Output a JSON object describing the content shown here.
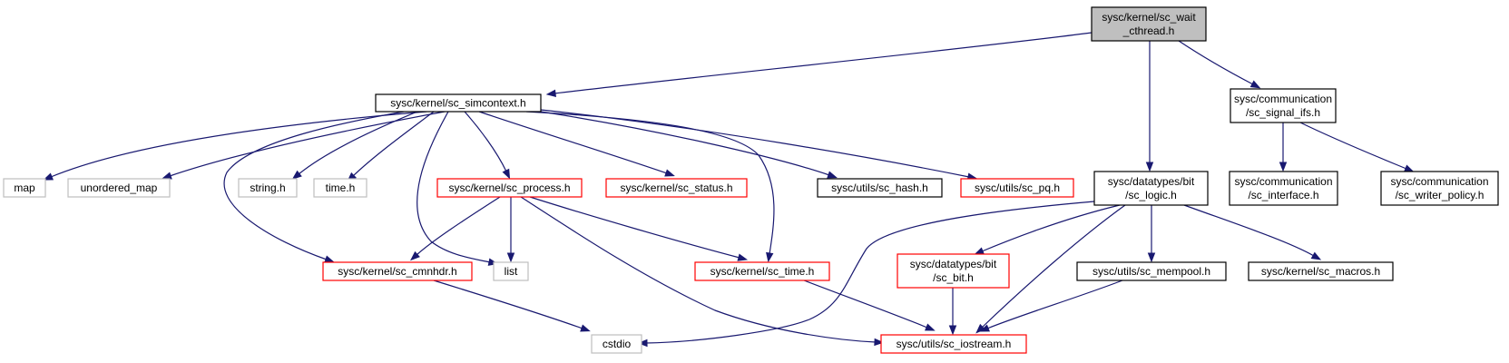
{
  "nodes": [
    {
      "id": "root",
      "lines": [
        "sysc/kernel/sc_wait",
        "_cthread.h"
      ],
      "style": "root"
    },
    {
      "id": "simcontext",
      "lines": [
        "sysc/kernel/sc_simcontext.h"
      ],
      "style": "black"
    },
    {
      "id": "signal_ifs",
      "lines": [
        "sysc/communication",
        "/sc_signal_ifs.h"
      ],
      "style": "black"
    },
    {
      "id": "sc_logic",
      "lines": [
        "sysc/datatypes/bit",
        "/sc_logic.h"
      ],
      "style": "black"
    },
    {
      "id": "map",
      "lines": [
        "map"
      ],
      "style": "gray"
    },
    {
      "id": "unordered_map",
      "lines": [
        "unordered_map"
      ],
      "style": "gray"
    },
    {
      "id": "string_h",
      "lines": [
        "string.h"
      ],
      "style": "gray"
    },
    {
      "id": "time_h",
      "lines": [
        "time.h"
      ],
      "style": "gray"
    },
    {
      "id": "sc_process",
      "lines": [
        "sysc/kernel/sc_process.h"
      ],
      "style": "red"
    },
    {
      "id": "sc_status",
      "lines": [
        "sysc/kernel/sc_status.h"
      ],
      "style": "red"
    },
    {
      "id": "sc_hash",
      "lines": [
        "sysc/utils/sc_hash.h"
      ],
      "style": "black"
    },
    {
      "id": "sc_pq",
      "lines": [
        "sysc/utils/sc_pq.h"
      ],
      "style": "red"
    },
    {
      "id": "sc_interface",
      "lines": [
        "sysc/communication",
        "/sc_interface.h"
      ],
      "style": "black"
    },
    {
      "id": "sc_writer_policy",
      "lines": [
        "sysc/communication",
        "/sc_writer_policy.h"
      ],
      "style": "black"
    },
    {
      "id": "sc_cmnhdr",
      "lines": [
        "sysc/kernel/sc_cmnhdr.h"
      ],
      "style": "red"
    },
    {
      "id": "list",
      "lines": [
        "list"
      ],
      "style": "gray"
    },
    {
      "id": "sc_time",
      "lines": [
        "sysc/kernel/sc_time.h"
      ],
      "style": "red"
    },
    {
      "id": "sc_bit",
      "lines": [
        "sysc/datatypes/bit",
        "/sc_bit.h"
      ],
      "style": "red"
    },
    {
      "id": "sc_mempool",
      "lines": [
        "sysc/utils/sc_mempool.h"
      ],
      "style": "black"
    },
    {
      "id": "sc_macros",
      "lines": [
        "sysc/kernel/sc_macros.h"
      ],
      "style": "black"
    },
    {
      "id": "cstdio",
      "lines": [
        "cstdio"
      ],
      "style": "gray"
    },
    {
      "id": "sc_iostream",
      "lines": [
        "sysc/utils/sc_iostream.h"
      ],
      "style": "red"
    }
  ],
  "edges": [
    {
      "from": "root",
      "to": "simcontext"
    },
    {
      "from": "root",
      "to": "sc_logic"
    },
    {
      "from": "root",
      "to": "signal_ifs"
    },
    {
      "from": "simcontext",
      "to": "map"
    },
    {
      "from": "simcontext",
      "to": "unordered_map"
    },
    {
      "from": "simcontext",
      "to": "sc_cmnhdr"
    },
    {
      "from": "simcontext",
      "to": "string_h"
    },
    {
      "from": "simcontext",
      "to": "time_h"
    },
    {
      "from": "simcontext",
      "to": "list"
    },
    {
      "from": "simcontext",
      "to": "sc_process"
    },
    {
      "from": "simcontext",
      "to": "sc_status"
    },
    {
      "from": "simcontext",
      "to": "sc_time"
    },
    {
      "from": "simcontext",
      "to": "sc_hash"
    },
    {
      "from": "simcontext",
      "to": "sc_pq"
    },
    {
      "from": "sc_process",
      "to": "sc_cmnhdr"
    },
    {
      "from": "sc_process",
      "to": "list"
    },
    {
      "from": "sc_process",
      "to": "sc_time"
    },
    {
      "from": "sc_process",
      "to": "sc_iostream"
    },
    {
      "from": "sc_cmnhdr",
      "to": "cstdio"
    },
    {
      "from": "sc_time",
      "to": "sc_iostream"
    },
    {
      "from": "signal_ifs",
      "to": "sc_interface"
    },
    {
      "from": "signal_ifs",
      "to": "sc_writer_policy"
    },
    {
      "from": "sc_logic",
      "to": "cstdio"
    },
    {
      "from": "sc_logic",
      "to": "sc_bit"
    },
    {
      "from": "sc_logic",
      "to": "sc_iostream"
    },
    {
      "from": "sc_logic",
      "to": "sc_mempool"
    },
    {
      "from": "sc_logic",
      "to": "sc_macros"
    },
    {
      "from": "sc_bit",
      "to": "sc_iostream"
    },
    {
      "from": "sc_mempool",
      "to": "sc_iostream"
    }
  ],
  "colors": {
    "edge": "#191970",
    "root_fill": "#bfbfbf",
    "black_border": "#000000",
    "red_border": "#ff0000",
    "gray_border": "#bfbfbf"
  }
}
